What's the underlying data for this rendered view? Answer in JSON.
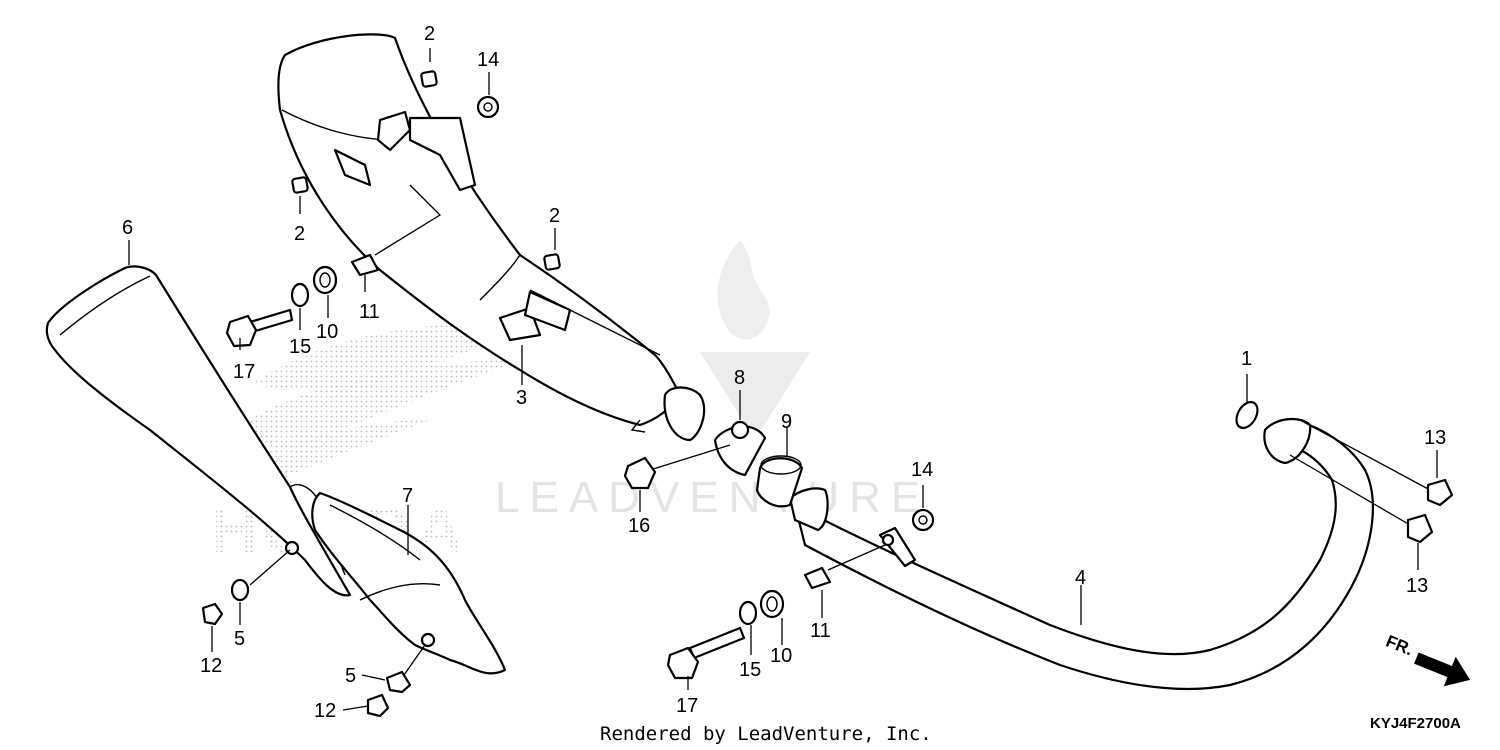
{
  "diagram": {
    "watermark_text": "LEADVENTURE",
    "watermark_logo_text": "HONDA",
    "footer_credit": "Rendered by LeadVenture, Inc.",
    "diagram_code": "KYJ4F2700A",
    "direction_label": "FR.",
    "callouts": [
      {
        "id": "c1",
        "text": "1"
      },
      {
        "id": "c2a",
        "text": "2"
      },
      {
        "id": "c2b",
        "text": "2"
      },
      {
        "id": "c2c",
        "text": "2"
      },
      {
        "id": "c3",
        "text": "3"
      },
      {
        "id": "c4",
        "text": "4"
      },
      {
        "id": "c5a",
        "text": "5"
      },
      {
        "id": "c5b",
        "text": "5"
      },
      {
        "id": "c6",
        "text": "6"
      },
      {
        "id": "c7",
        "text": "7"
      },
      {
        "id": "c8",
        "text": "8"
      },
      {
        "id": "c9",
        "text": "9"
      },
      {
        "id": "c10a",
        "text": "10"
      },
      {
        "id": "c10b",
        "text": "10"
      },
      {
        "id": "c11a",
        "text": "11"
      },
      {
        "id": "c11b",
        "text": "11"
      },
      {
        "id": "c12a",
        "text": "12"
      },
      {
        "id": "c12b",
        "text": "12"
      },
      {
        "id": "c13a",
        "text": "13"
      },
      {
        "id": "c13b",
        "text": "13"
      },
      {
        "id": "c14a",
        "text": "14"
      },
      {
        "id": "c14b",
        "text": "14"
      },
      {
        "id": "c15a",
        "text": "15"
      },
      {
        "id": "c15b",
        "text": "15"
      },
      {
        "id": "c16",
        "text": "16"
      },
      {
        "id": "c17a",
        "text": "17"
      },
      {
        "id": "c17b",
        "text": "17"
      }
    ]
  }
}
